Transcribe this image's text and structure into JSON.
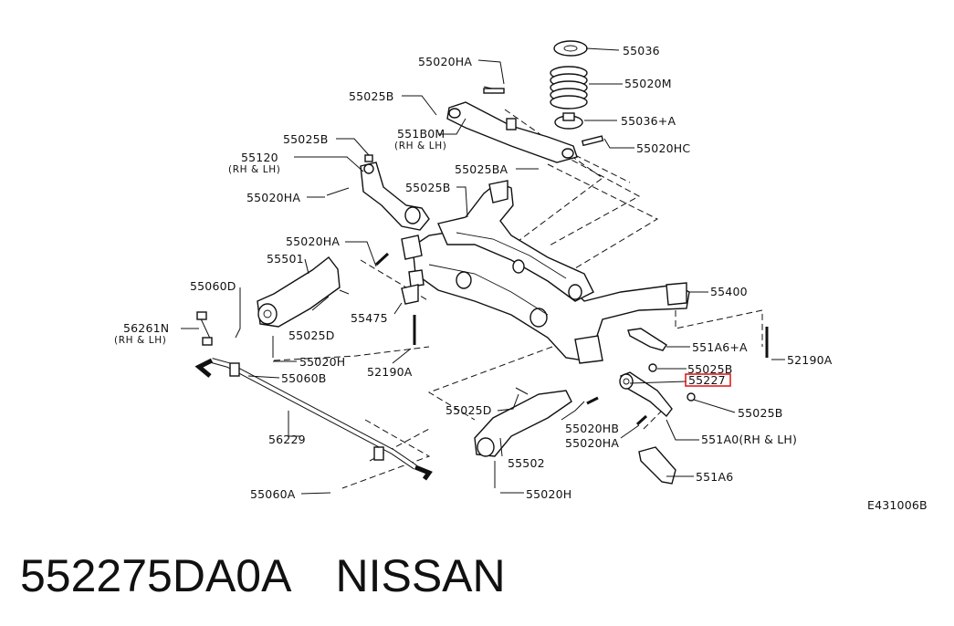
{
  "footer": {
    "part_number": "552275DA0A",
    "brand": "NISSAN"
  },
  "figure_code": "E431006B",
  "highlight_color": "#e0201b",
  "callouts": {
    "c55036": "55036",
    "c55020M": "55020M",
    "c55036A": "55036+A",
    "c55020HC": "55020HC",
    "c55020HA_top": "55020HA",
    "c55025B_1": "55025B",
    "c551B0M": "551B0M",
    "c551B0M_sub": "(RH & LH)",
    "c55025BA": "55025BA",
    "c55025B_2": "55025B",
    "c55120": "55120",
    "c55120_sub": "(RH & LH)",
    "c55020HA_2": "55020HA",
    "c55025B_3": "55025B",
    "c55020HA_3": "55020HA",
    "c55501": "55501",
    "c55060D": "55060D",
    "c56261N": "56261N",
    "c56261N_sub": "(RH & LH)",
    "c55025D_1": "55025D",
    "c55475": "55475",
    "c55020H_1": "55020H",
    "c55060B": "55060B",
    "c52190A_1": "52190A",
    "c55400": "55400",
    "c551A6A": "551A6+A",
    "c52190A_2": "52190A",
    "c55025B_4": "55025B",
    "c55227": "55227",
    "c55025B_5": "55025B",
    "c55025D_2": "55025D",
    "c55020HB": "55020HB",
    "c55020HA_4": "55020HA",
    "c551A0": "551A0(RH & LH)",
    "c56229": "56229",
    "c55502": "55502",
    "c551A6": "551A6",
    "c55060A": "55060A",
    "c55020H_2": "55020H"
  }
}
